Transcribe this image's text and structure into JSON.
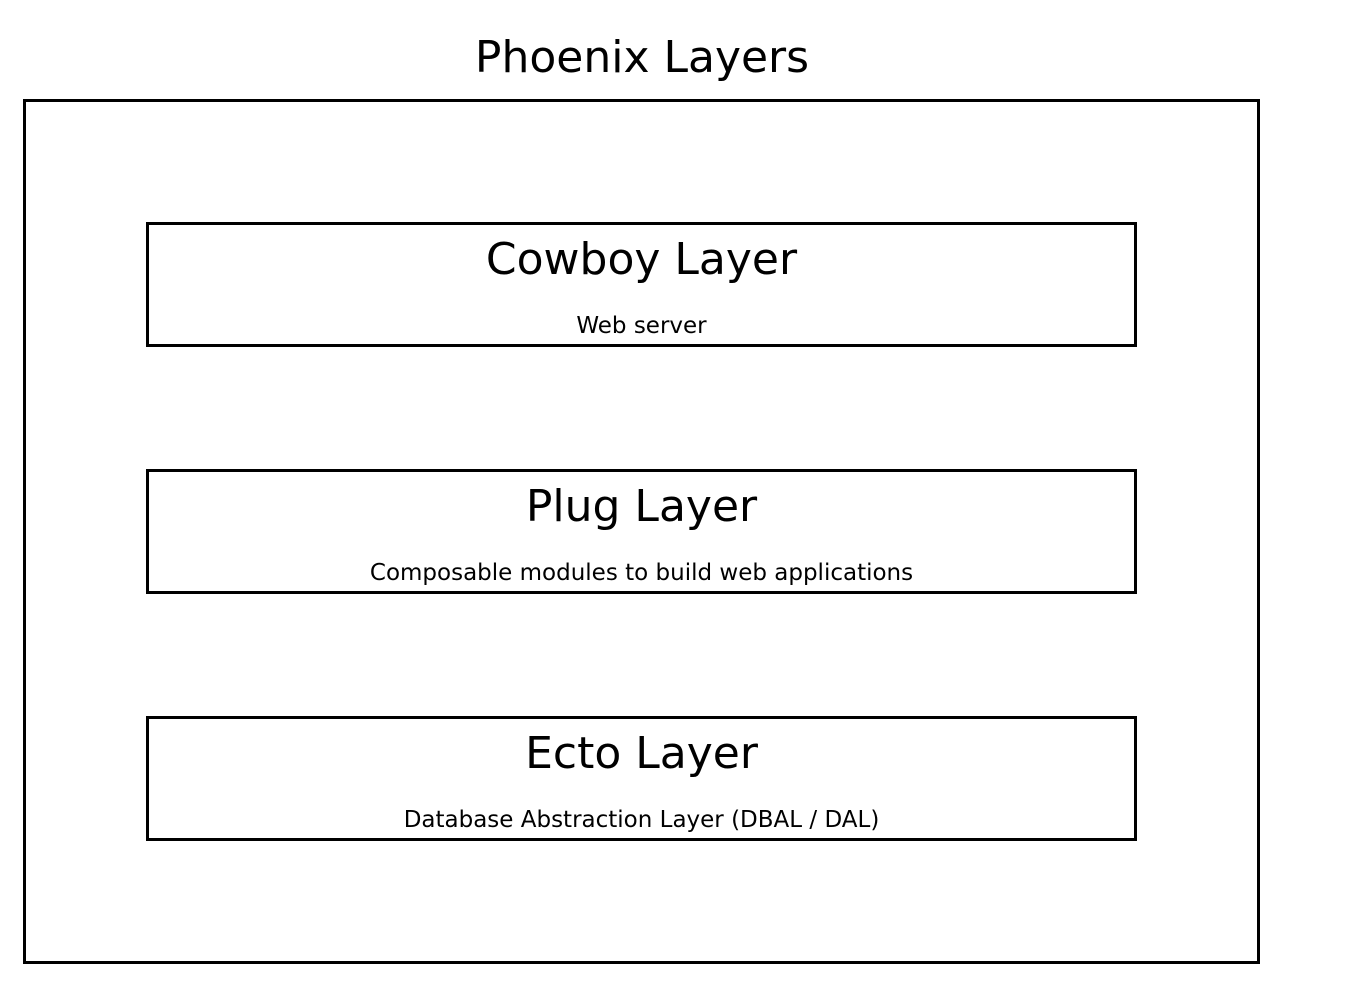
{
  "diagram": {
    "title": "Phoenix Layers",
    "layers": [
      {
        "name": "Cowboy Layer",
        "description": "Web server"
      },
      {
        "name": "Plug Layer",
        "description": "Composable modules to build web applications"
      },
      {
        "name": "Ecto Layer",
        "description": "Database Abstraction Layer (DBAL / DAL)"
      }
    ]
  }
}
